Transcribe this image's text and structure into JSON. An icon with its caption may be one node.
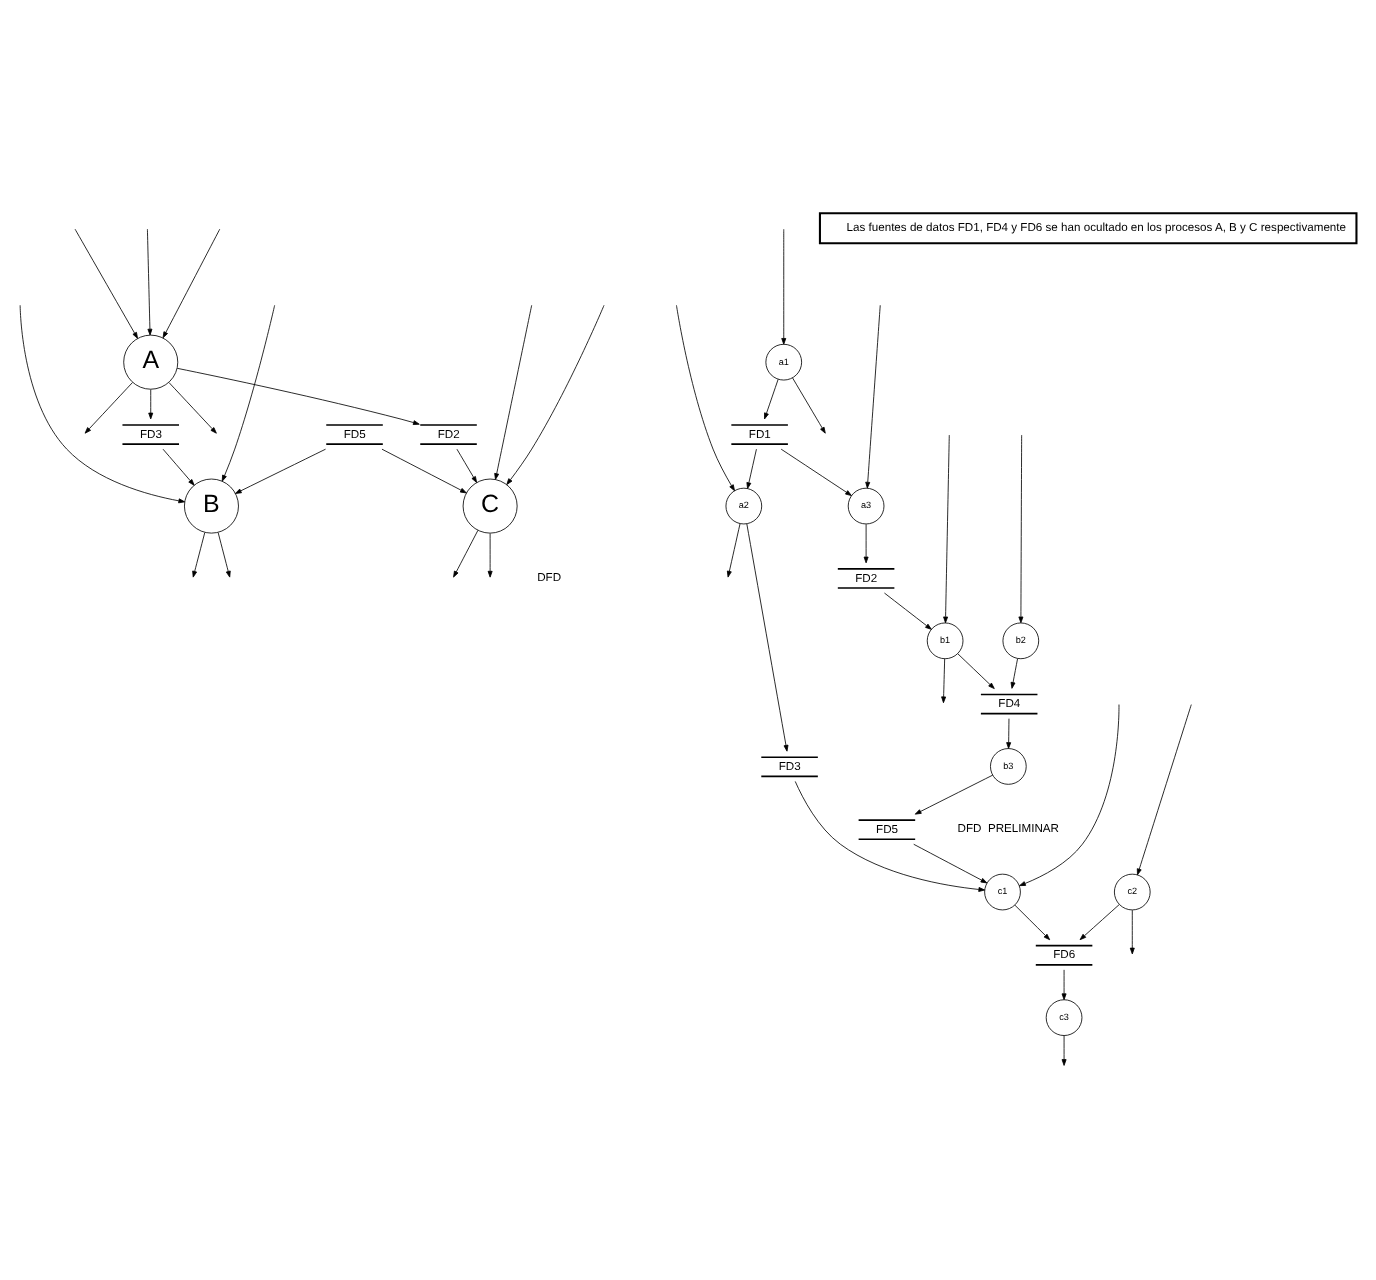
{
  "diagram": {
    "nodes": [
      {
        "text": [
          "Las fuentes de datos FD1, FD4 y FD6 se han ocultado en los procesos A, B y C respectivamente"
        ]
      },
      {
        "text": [
          "A"
        ]
      },
      {
        "text": [
          "B"
        ]
      },
      {
        "text": [
          "FD3"
        ]
      },
      {
        "text": [
          "FD2"
        ]
      },
      {
        "text": [
          "FD5"
        ]
      },
      {
        "text": [
          "C"
        ]
      },
      {
        "text": [
          "a1"
        ]
      },
      {
        "text": [
          "a2"
        ]
      },
      {
        "text": [
          "FD1"
        ]
      },
      {
        "text": [
          "a3"
        ]
      },
      {
        "text": [
          "FD3"
        ]
      },
      {
        "text": [
          "FD2"
        ]
      },
      {
        "text": [
          "c1"
        ]
      },
      {
        "text": [
          "c3"
        ]
      },
      {
        "text": [
          "b1"
        ]
      },
      {
        "text": [
          "FD6"
        ]
      },
      {
        "text": [
          "FD4"
        ]
      },
      {
        "text": [
          "FD5"
        ]
      },
      {
        "text": [
          "c2"
        ]
      },
      {
        "text": [
          "b2"
        ]
      },
      {
        "text": [
          "b3"
        ]
      }
    ],
    "edges": [
      {
        "from": null,
        "to": 1,
        "arrow": "to"
      },
      {
        "from": null,
        "to": 1,
        "arrow": "to"
      },
      {
        "from": null,
        "to": 1,
        "arrow": "to"
      },
      {
        "from": 1,
        "to": null,
        "arrow": "to"
      },
      {
        "from": 1,
        "to": null,
        "arrow": "to"
      },
      {
        "from": 1,
        "to": 3,
        "arrow": "to"
      },
      {
        "from": 3,
        "to": 2,
        "arrow": "to"
      },
      {
        "from": null,
        "to": 2,
        "arrow": "to"
      },
      {
        "from": null,
        "to": 2,
        "arrow": "to"
      },
      {
        "from": 2,
        "to": null,
        "arrow": "to"
      },
      {
        "from": 2,
        "to": null,
        "arrow": "to"
      },
      {
        "from": 1,
        "to": 4,
        "arrow": "to"
      },
      {
        "from": 5,
        "to": 2,
        "arrow": "to"
      },
      {
        "from": 4,
        "to": 6,
        "arrow": "to"
      },
      {
        "from": 5,
        "to": 6,
        "arrow": "to"
      },
      {
        "from": null,
        "to": 6,
        "arrow": "to"
      },
      {
        "from": null,
        "to": 6,
        "arrow": "to"
      },
      {
        "from": 6,
        "to": null,
        "arrow": "to"
      },
      {
        "from": 6,
        "to": null,
        "arrow": "to"
      },
      {
        "from": null,
        "to": 7,
        "arrow": "to"
      },
      {
        "from": 7,
        "to": null,
        "arrow": "to"
      },
      {
        "from": 7,
        "to": 9,
        "arrow": "to"
      },
      {
        "from": null,
        "to": 8,
        "arrow": "to"
      },
      {
        "from": 8,
        "to": null,
        "arrow": "to"
      },
      {
        "from": 9,
        "to": 8,
        "arrow": "to"
      },
      {
        "from": 9,
        "to": 10,
        "arrow": "to"
      },
      {
        "from": null,
        "to": 10,
        "arrow": "to"
      },
      {
        "from": 8,
        "to": 11,
        "arrow": "to"
      },
      {
        "from": 10,
        "to": 12,
        "arrow": "to"
      },
      {
        "from": 11,
        "to": 13,
        "arrow": "to"
      },
      {
        "from": null,
        "to": 13,
        "arrow": "to"
      },
      {
        "from": 12,
        "to": 15,
        "arrow": "to"
      },
      {
        "from": null,
        "to": 15,
        "arrow": "to"
      },
      {
        "from": 15,
        "to": null,
        "arrow": "to"
      },
      {
        "from": 15,
        "to": 17,
        "arrow": "to"
      },
      {
        "from": 13,
        "to": 16,
        "arrow": "to"
      },
      {
        "from": 16,
        "to": 14,
        "arrow": "to"
      },
      {
        "from": 14,
        "to": null,
        "arrow": "to"
      },
      {
        "from": null,
        "to": 19,
        "arrow": "to"
      },
      {
        "from": 19,
        "to": 16,
        "arrow": "to"
      },
      {
        "from": 19,
        "to": null,
        "arrow": "to"
      },
      {
        "from": 18,
        "to": 13,
        "arrow": "to"
      },
      {
        "from": null,
        "to": 20,
        "arrow": "to"
      },
      {
        "from": 20,
        "to": 17,
        "arrow": "to"
      },
      {
        "from": 17,
        "to": 21,
        "arrow": "to"
      },
      {
        "from": 21,
        "to": 18,
        "arrow": "to"
      }
    ],
    "labels": [
      "DFD",
      "DFD  PRELIMINAR"
    ]
  }
}
